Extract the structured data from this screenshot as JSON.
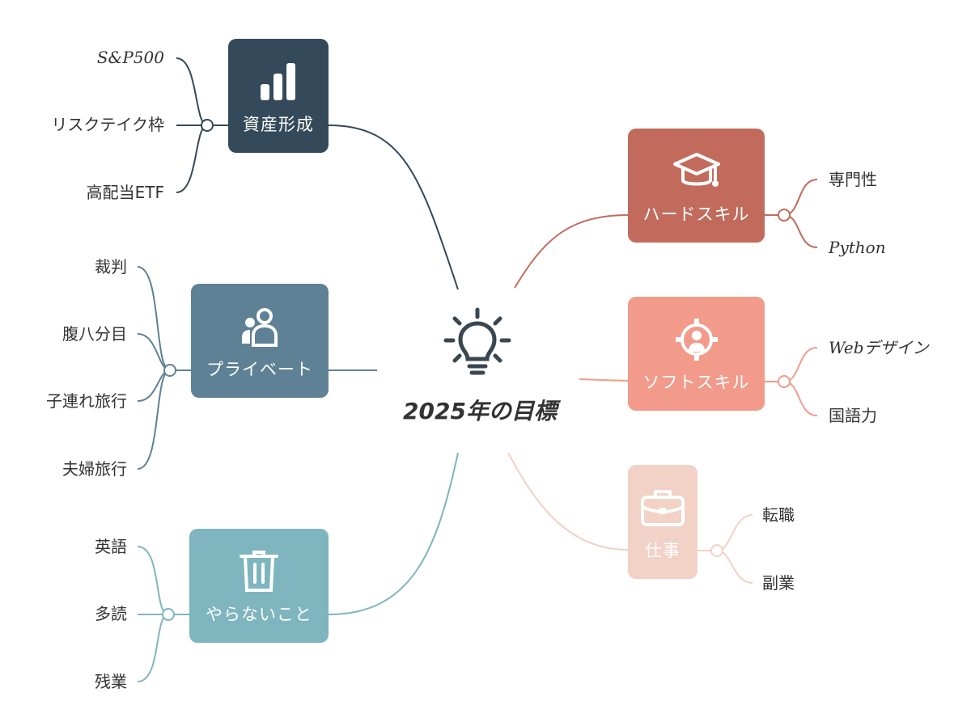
{
  "center": {
    "title": "2025年の目標",
    "icon": "lightbulb-icon"
  },
  "branches": {
    "assets": {
      "label": "資産形成",
      "icon": "bar-chart-icon",
      "color": "#34495a",
      "items": [
        "S&P500",
        "リスクテイク枠",
        "高配当ETF"
      ]
    },
    "private": {
      "label": "プライベート",
      "icon": "people-icon",
      "color": "#5f8195",
      "items": [
        "裁判",
        "腹八分目",
        "子連れ旅行",
        "夫婦旅行"
      ]
    },
    "dont": {
      "label": "やらないこと",
      "icon": "trash-icon",
      "color": "#7fb5bf",
      "items": [
        "英語",
        "多読",
        "残業"
      ]
    },
    "hard": {
      "label": "ハードスキル",
      "icon": "graduation-cap-icon",
      "color": "#c26b5c",
      "items": [
        "専門性",
        "Python"
      ]
    },
    "soft": {
      "label": "ソフトスキル",
      "icon": "gear-person-icon",
      "color": "#f29b8a",
      "items": [
        "Webデザイン",
        "国語力"
      ]
    },
    "work": {
      "label": "仕事",
      "icon": "briefcase-icon",
      "color": "#f2d1c6",
      "items": [
        "転職",
        "副業"
      ]
    }
  }
}
